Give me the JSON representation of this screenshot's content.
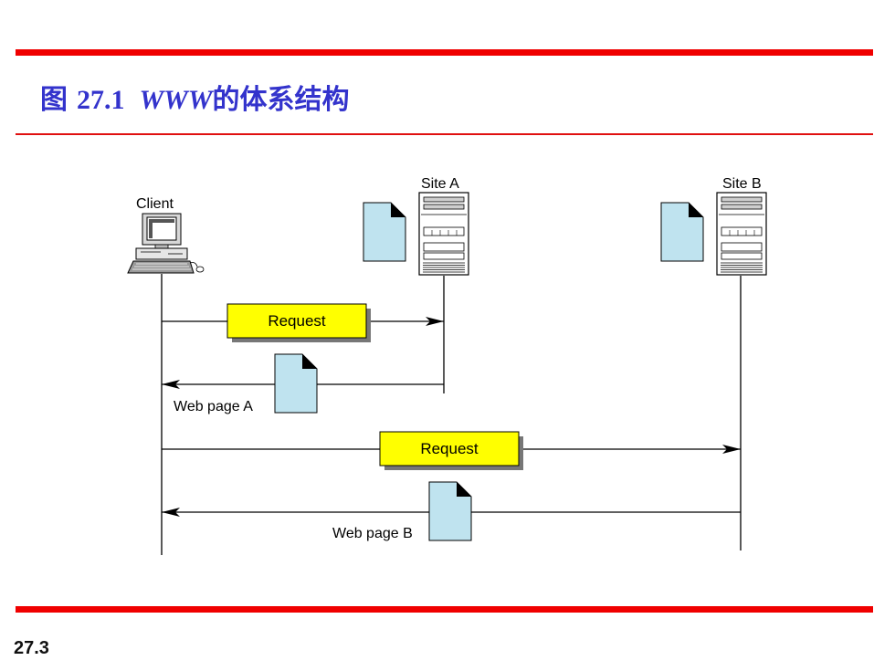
{
  "slide": {
    "title_prefix": "图",
    "title_number": "27.1",
    "title_www": "WWW",
    "title_suffix": "的体系结构",
    "page_number": "27.3"
  },
  "diagram": {
    "client_label": "Client",
    "site_a_label": "Site A",
    "site_b_label": "Site B",
    "request_a_label": "Request",
    "request_b_label": "Request",
    "response_a_label": "Web page A",
    "response_b_label": "Web page B"
  },
  "colors": {
    "accent_red": "#f00000",
    "title_blue": "#3333cc",
    "request_box": "#ffff00",
    "document_fill": "#bfe3ef"
  }
}
